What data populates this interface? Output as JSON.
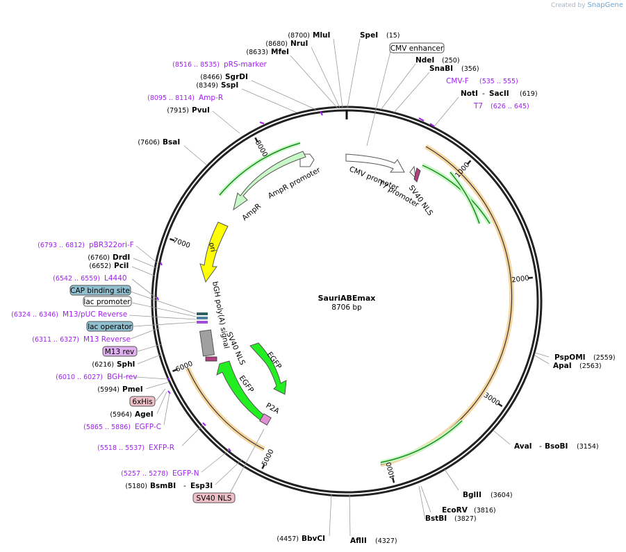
{
  "credit": {
    "text": "Created by",
    "brand": "SnapGene"
  },
  "plasmid": {
    "name": "SauriABEmax",
    "size_label": "8706 bp",
    "length": 8706
  },
  "colors": {
    "feature_label": "#a020f0",
    "orange_track": "#f0a020",
    "green_arrow": "#30cc30",
    "light_green_arrow": "#c8f8c8",
    "yellow_ori": "#ffff00",
    "grey_feature": "#a0a0a0",
    "lac_operator_fill": "#90c0d0",
    "m13_rev_fill": "#e0b0f0",
    "pink_box_fill": "#f0c0c8"
  },
  "ticks": [
    {
      "label": "1000",
      "bp": 1000
    },
    {
      "label": "2000",
      "bp": 2000
    },
    {
      "label": "3000",
      "bp": 3000
    },
    {
      "label": "4000",
      "bp": 4000
    },
    {
      "label": "5000",
      "bp": 5000
    },
    {
      "label": "6000",
      "bp": 6000
    },
    {
      "label": "7000",
      "bp": 7000
    },
    {
      "label": "8000",
      "bp": 8000
    }
  ],
  "right_labels": [
    {
      "name": "SpeI",
      "pos": "(15)",
      "type": "enzyme"
    },
    {
      "name": "CMV enhancer",
      "pos": "",
      "type": "box_white"
    },
    {
      "name": "NdeI",
      "pos": "(250)",
      "type": "enzyme"
    },
    {
      "name": "SnaBI",
      "pos": "(356)",
      "type": "enzyme"
    },
    {
      "name": "CMV-F",
      "pos": "(535 .. 555)",
      "type": "primer"
    },
    {
      "name": "NotI",
      "name2": "SacII",
      "pos": "(619)",
      "type": "enzyme2"
    },
    {
      "name": "T7",
      "pos": "(626 .. 645)",
      "type": "primer"
    },
    {
      "name": "PspOMI",
      "pos": "(2559)",
      "type": "enzyme"
    },
    {
      "name": "ApaI",
      "pos": "(2563)",
      "type": "enzyme"
    },
    {
      "name": "AvaI",
      "name2": "BsoBI",
      "pos": "(3154)",
      "type": "enzyme2"
    },
    {
      "name": "BglII",
      "pos": "(3604)",
      "type": "enzyme"
    },
    {
      "name": "EcoRV",
      "pos": "(3816)",
      "type": "enzyme"
    },
    {
      "name": "BstBI",
      "pos": "(3827)",
      "type": "enzyme"
    },
    {
      "name": "AflII",
      "pos": "(4327)",
      "type": "enzyme"
    }
  ],
  "left_labels": [
    {
      "name": "MluI",
      "pos": "(8700)",
      "type": "enzyme"
    },
    {
      "name": "NruI",
      "pos": "(8680)",
      "type": "enzyme"
    },
    {
      "name": "MfeI",
      "pos": "(8633)",
      "type": "enzyme"
    },
    {
      "name": "pRS-marker",
      "pos": "(8516 .. 8535)",
      "type": "primer"
    },
    {
      "name": "SgrDI",
      "pos": "(8466)",
      "type": "enzyme"
    },
    {
      "name": "SspI",
      "pos": "(8349)",
      "type": "enzyme"
    },
    {
      "name": "Amp-R",
      "pos": "(8095 .. 8114)",
      "type": "primer"
    },
    {
      "name": "PvuI",
      "pos": "(7915)",
      "type": "enzyme"
    },
    {
      "name": "BsaI",
      "pos": "(7606)",
      "type": "enzyme"
    },
    {
      "name": "pBR322ori-F",
      "pos": "(6793 .. 6812)",
      "type": "primer"
    },
    {
      "name": "DrdI",
      "pos": "(6760)",
      "type": "enzyme"
    },
    {
      "name": "PciI",
      "pos": "(6652)",
      "type": "enzyme"
    },
    {
      "name": "L4440",
      "pos": "(6542 .. 6559)",
      "type": "primer"
    },
    {
      "name": "CAP binding site",
      "pos": "",
      "type": "box_blue"
    },
    {
      "name": "lac promoter",
      "pos": "",
      "type": "box_white"
    },
    {
      "name": "M13/pUC Reverse",
      "pos": "(6324 .. 6346)",
      "type": "primer"
    },
    {
      "name": "lac operator",
      "pos": "",
      "type": "box_blue"
    },
    {
      "name": "M13 Reverse",
      "pos": "(6311 .. 6327)",
      "type": "primer"
    },
    {
      "name": "M13 rev",
      "pos": "",
      "type": "box_purple"
    },
    {
      "name": "SphI",
      "pos": "(6216)",
      "type": "enzyme"
    },
    {
      "name": "BGH-rev",
      "pos": "(6010 .. 6027)",
      "type": "primer"
    },
    {
      "name": "PmeI",
      "pos": "(5994)",
      "type": "enzyme"
    },
    {
      "name": "6xHis",
      "pos": "",
      "type": "box_pink"
    },
    {
      "name": "AgeI",
      "pos": "(5964)",
      "type": "enzyme"
    },
    {
      "name": "EGFP-C",
      "pos": "(5865 .. 5886)",
      "type": "primer"
    },
    {
      "name": "EXFP-R",
      "pos": "(5518 .. 5537)",
      "type": "primer"
    },
    {
      "name": "EGFP-N",
      "pos": "(5257 .. 5278)",
      "type": "primer"
    },
    {
      "name": "BsmBI",
      "name2": "Esp3I",
      "pos": "(5180)",
      "type": "enzyme2"
    },
    {
      "name": "SV40 NLS",
      "pos": "",
      "type": "box_pink"
    },
    {
      "name": "BbvCI",
      "pos": "(4457)",
      "type": "enzyme"
    }
  ],
  "inner_features": [
    {
      "name": "CMV promoter"
    },
    {
      "name": "T7 promoter"
    },
    {
      "name": "SV40 NLS"
    },
    {
      "name": "AmpR promoter"
    },
    {
      "name": "AmpR"
    },
    {
      "name": "ori"
    },
    {
      "name": "bGH poly(A) signal"
    },
    {
      "name": "SV40 NLS"
    },
    {
      "name": "EGFP"
    },
    {
      "name": "EGFP"
    },
    {
      "name": "P2A"
    }
  ]
}
